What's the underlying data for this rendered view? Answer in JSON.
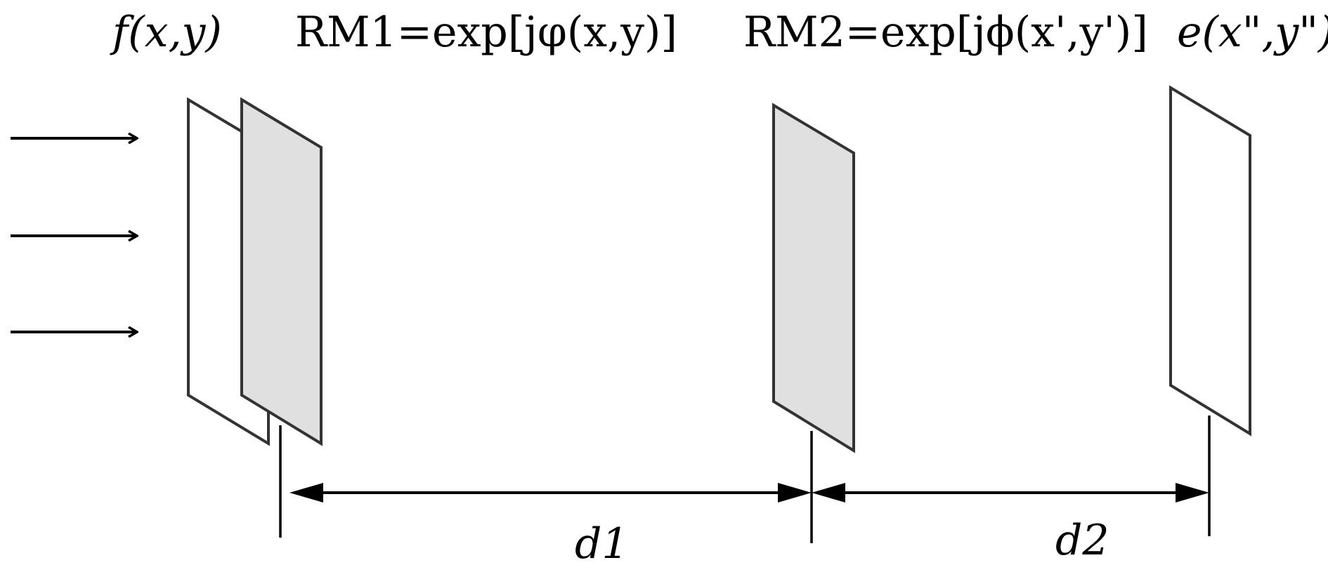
{
  "labels": {
    "input": "f(x,y)",
    "mask1": "RM1=exp[jφ(x,y)]",
    "mask2": "RM2=exp[jϕ(x',y')]",
    "output": "e(x\",y\")",
    "distance1": "d1",
    "distance2": "d2"
  },
  "colors": {
    "stroke": "#333333",
    "mask_fill": "#e0e0e0",
    "plane_fill": "#ffffff",
    "arrow": "#000000"
  }
}
